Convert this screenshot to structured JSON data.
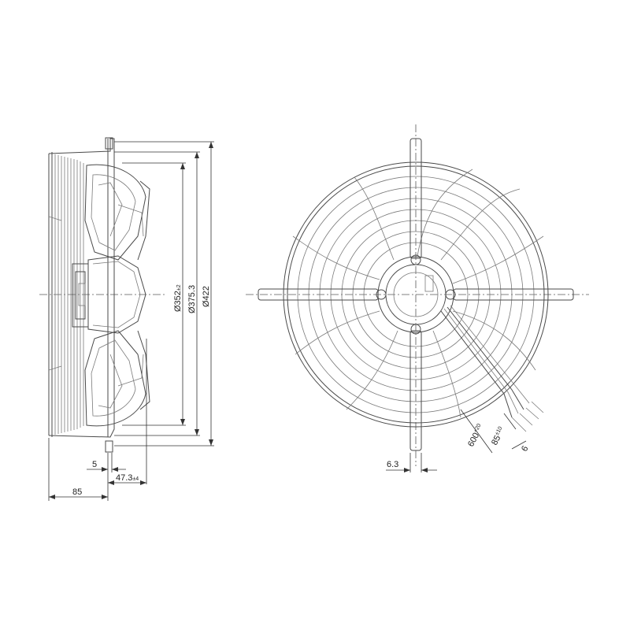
{
  "side_view": {
    "dims": {
      "d352": "Ø352",
      "d352_tol": "±2",
      "d375": "Ø375.3",
      "d422": "Ø422",
      "w5": "5",
      "w47": "47.3",
      "w47_tol": "±4",
      "w85": "85"
    }
  },
  "front_view": {
    "dims": {
      "w6_3": "6.3",
      "l600": "600",
      "l600_tol": "+20",
      "l85": "85",
      "l85_tol": "±10",
      "w6": "6"
    }
  }
}
